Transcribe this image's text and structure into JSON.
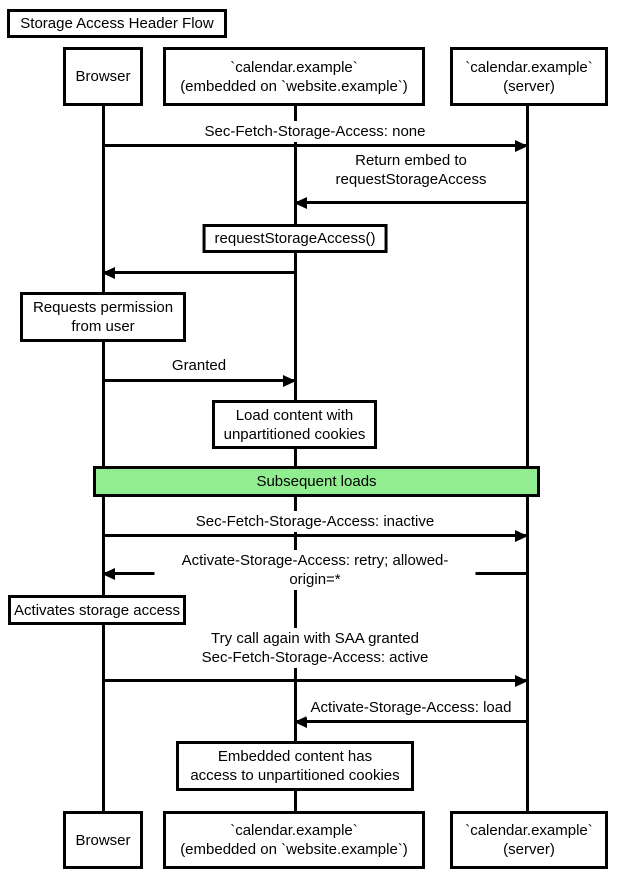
{
  "diagram": {
    "title": "Storage Access Header Flow",
    "type": "sequence-diagram"
  },
  "colors": {
    "line": "#000000",
    "box_fill": "#ffffff",
    "band_fill": "#90ee90",
    "background": "#ffffff"
  },
  "participants": [
    {
      "id": "browser",
      "label": "Browser"
    },
    {
      "id": "embed",
      "label": "`calendar.example`\n(embedded on `website.example`)"
    },
    {
      "id": "server",
      "label": "`calendar.example`\n(server)"
    }
  ],
  "messages": [
    {
      "from": "browser",
      "to": "server",
      "direction": "right",
      "label": "Sec-Fetch-Storage-Access: none"
    },
    {
      "from": "server",
      "to": "embed",
      "direction": "left",
      "label": "Return embed to\nrequestStorageAccess"
    },
    {
      "from": "embed",
      "to": "browser",
      "direction": "left",
      "label": "requestStorageAccess()",
      "label_boxed": true
    },
    {
      "from": "browser",
      "to": "embed",
      "direction": "right",
      "label": "Granted"
    },
    {
      "from": "browser",
      "to": "server",
      "direction": "right",
      "label": "Sec-Fetch-Storage-Access: inactive"
    },
    {
      "from": "server",
      "to": "browser",
      "direction": "left",
      "label": "Activate-Storage-Access: retry; allowed-origin=*"
    },
    {
      "from": "browser",
      "to": "server",
      "direction": "right",
      "label": "Try call again with SAA granted\nSec-Fetch-Storage-Access: active"
    },
    {
      "from": "server",
      "to": "embed",
      "direction": "left",
      "label": "Activate-Storage-Access: load"
    }
  ],
  "notes": [
    {
      "over": "browser",
      "text": "Requests permission\nfrom user"
    },
    {
      "over": "embed",
      "text": "Load content with\nunpartitioned cookies"
    },
    {
      "over": "browser",
      "text": "Activates storage access"
    },
    {
      "over": "embed",
      "text": "Embedded content has\naccess to unpartitioned cookies"
    }
  ],
  "band": {
    "label": "Subsequent loads"
  }
}
